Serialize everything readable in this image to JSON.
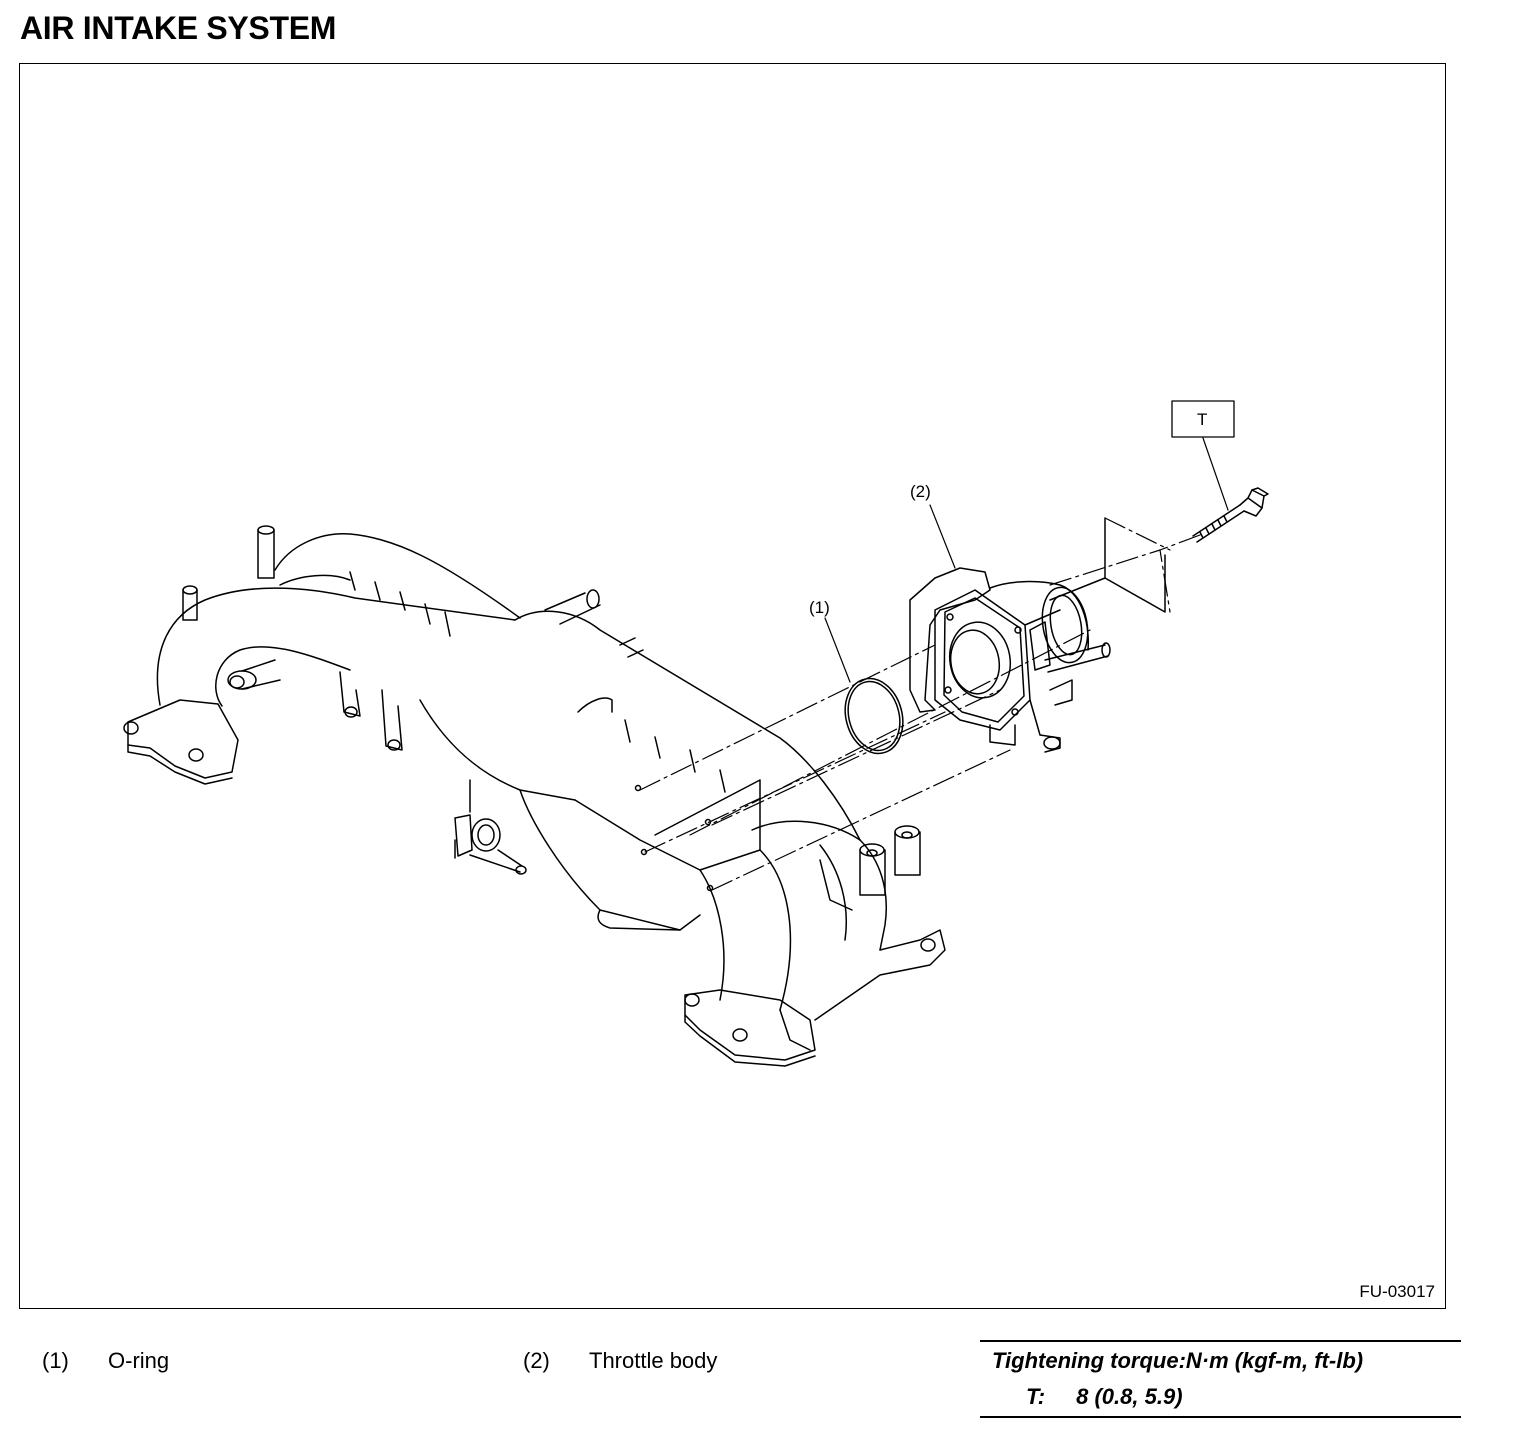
{
  "title": "AIR INTAKE SYSTEM",
  "figure_id": "FU-03017",
  "callouts": {
    "oring": "(1)",
    "throttle": "(2)",
    "torque_box": "T"
  },
  "legend": [
    {
      "num": "(1)",
      "label": "O-ring"
    },
    {
      "num": "(2)",
      "label": "Throttle body"
    }
  ],
  "torque": {
    "heading": "Tightening torque:N·m (kgf-m, ft-lb)",
    "key": "T:",
    "value": "8 (0.8, 5.9)"
  }
}
